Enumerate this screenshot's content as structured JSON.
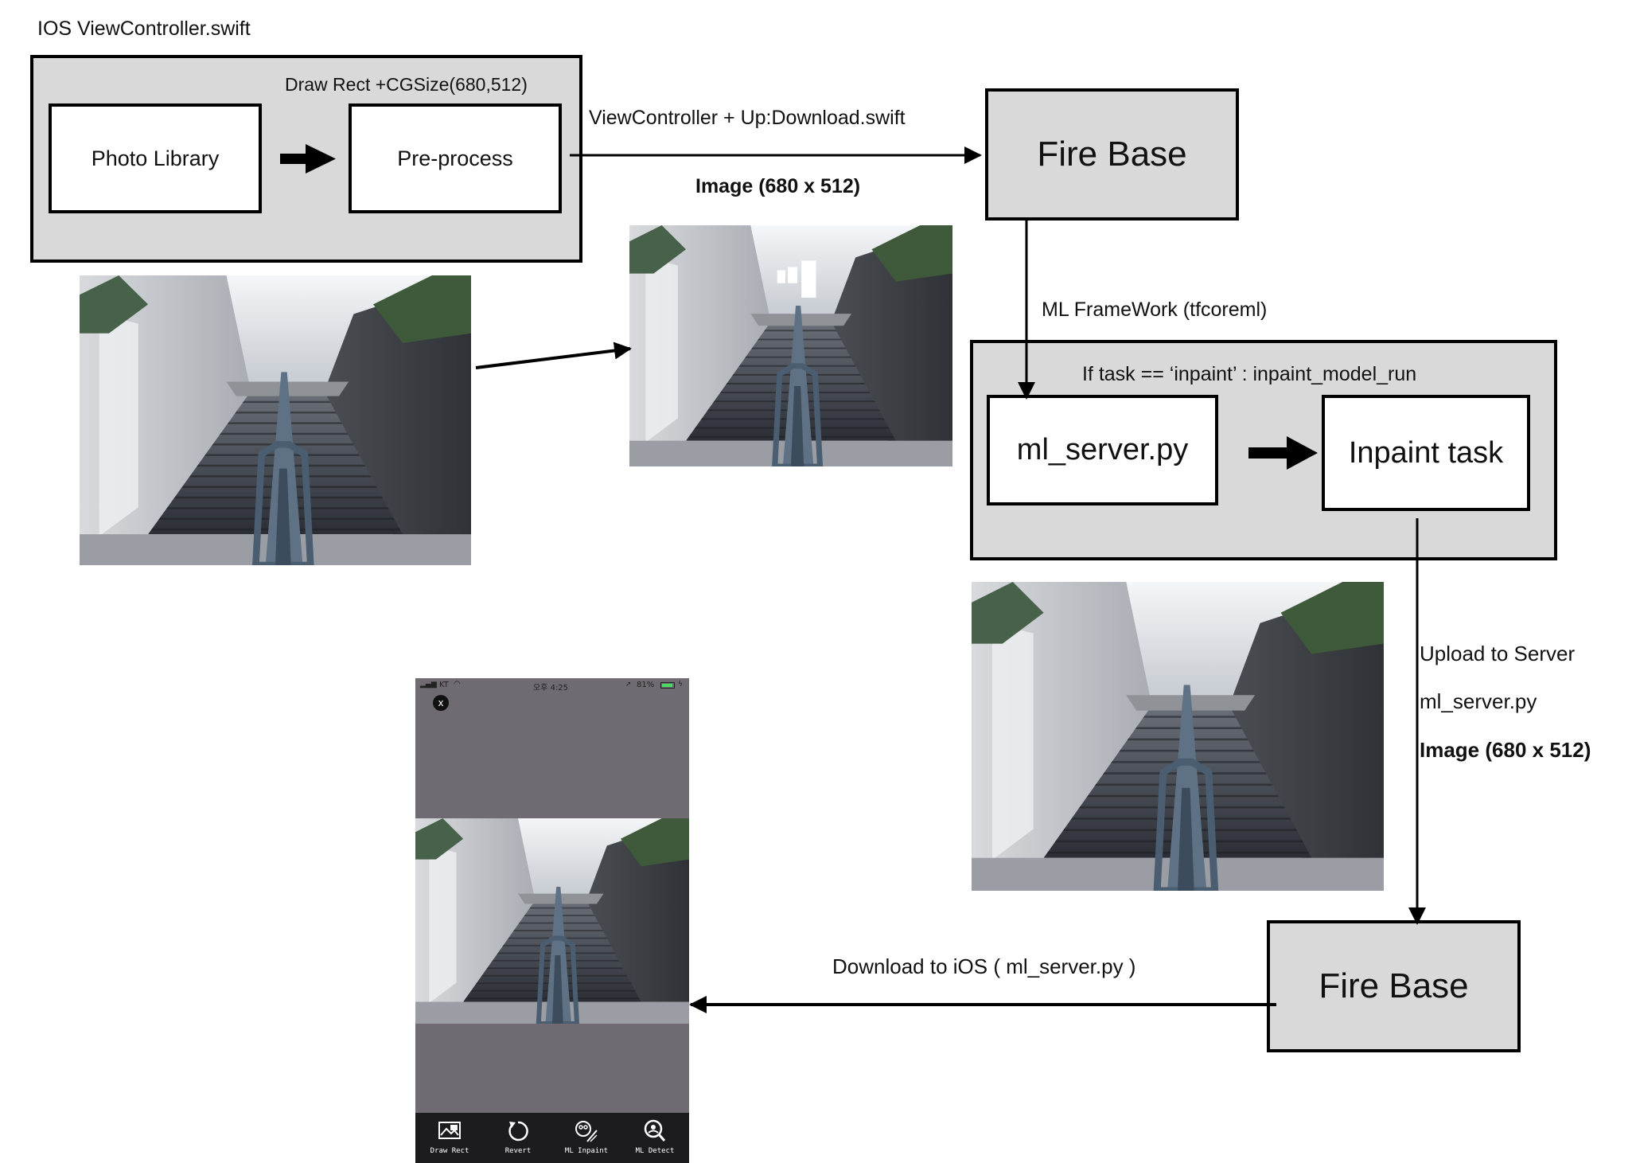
{
  "title": "IOS ViewController.swift",
  "ios_group": {
    "caption": "Draw Rect +CGSize(680,512)",
    "photo_library": "Photo Library",
    "preprocess": "Pre-process"
  },
  "upload": {
    "label": "ViewController + Up:Download.swift",
    "image_size": "Image (680 x 512)"
  },
  "firebase_top": "Fire Base",
  "ml_framework": "ML FrameWork (tfcoreml)",
  "ml_group": {
    "caption": "If task == ‘inpaint’ : inpaint_model_run",
    "ml_server": "ml_server.py",
    "inpaint_task": "Inpaint task"
  },
  "server_upload": {
    "line1": "Upload to Server",
    "line2": "ml_server.py",
    "line3": "Image (680 x 512)"
  },
  "firebase_bottom": "Fire Base",
  "download_label": "Download to iOS ( ml_server.py )",
  "phone": {
    "carrier": "KT",
    "time": "오후 4:25",
    "battery": "81%",
    "close": "x",
    "toolbar": [
      {
        "label": "Draw Rect",
        "icon": "draw-rect-icon"
      },
      {
        "label": "Revert",
        "icon": "revert-icon"
      },
      {
        "label": "ML Inpaint",
        "icon": "ml-inpaint-icon"
      },
      {
        "label": "ML Detect",
        "icon": "ml-detect-icon"
      }
    ]
  },
  "colors": {
    "group_fill": "#d9d9d9",
    "phone_bg": "#706b72",
    "toolbar_bg": "#1c1c1e",
    "battery": "#4cd964"
  }
}
